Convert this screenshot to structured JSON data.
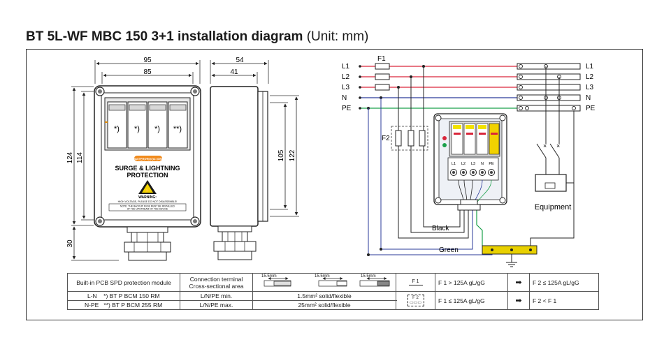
{
  "title": {
    "bold": "BT 5L-WF MBC 150 3+1 installation diagram",
    "unit": "(Unit: mm)"
  },
  "dimensions": {
    "front_outer_width": "95",
    "front_inner_width": "85",
    "side_outer_width": "54",
    "side_inner_width": "41",
    "front_outer_height": "124",
    "front_inner_height": "114",
    "side_outer_height": "122",
    "side_inner_height": "105",
    "gland_height": "30"
  },
  "module_labels": [
    "*)",
    "*)",
    "*)",
    "**)"
  ],
  "front_panel": {
    "badge": "WATERPROOF IP65",
    "heading1": "SURGE & LIGHTNING",
    "heading2": "PROTECTION",
    "warning": "WARNING:",
    "warning_text": "HIGH VOLTAGE, PLEASE DO NOT DISASSEMBLE!",
    "note1": "NOTE: THE BACKUP FUSE MUST BE INSTALLED",
    "note2": "AT THE UPSTREAM OF THE DEVICE"
  },
  "wiring": {
    "lines_left": [
      "L1",
      "L2",
      "L3",
      "N",
      "PE"
    ],
    "lines_right": [
      "L1",
      "L2",
      "L3",
      "N",
      "PE"
    ],
    "fuse1": "F1",
    "fuse2": "F2",
    "terminals": [
      "L1",
      "L2",
      "L3",
      "N",
      "PE"
    ],
    "black_label": "Black",
    "green_label": "Green",
    "equipment": "Equipment"
  },
  "colors": {
    "L1": "#d9263a",
    "L2": "#d9263a",
    "L3": "#d9263a",
    "N": "#2a3a9a",
    "PE": "#1aa04a",
    "ground_bar": "#e8d000"
  },
  "spec_table": {
    "module_header": "Built-in PCB SPD protection module",
    "terminal_header1": "Connection terminal",
    "terminal_header2": "Cross-sectional area",
    "strip1": "15.5mm",
    "strip2": "15.5mm",
    "strip3": "15.5mm",
    "row1_pos": "L-N",
    "row1_model": "*) BT P BCM 150 RM",
    "row1_type": "L/N/PE min.",
    "row1_val": "1.5mm² solid/flexible",
    "row2_pos": "N-PE",
    "row2_model": "**) BT P BCM 255 RM",
    "row2_type": "L/N/PE max.",
    "row2_val": "25mm² solid/flexible",
    "fuse_f1": "F 1",
    "fuse_f2": "F 2",
    "cond1": "F 1 > 125A gL/gG",
    "res1": "F 2 ≤ 125A gL/gG",
    "cond2": "F 1 ≤ 125A gL/gG",
    "res2": "F 2 < F 1"
  }
}
